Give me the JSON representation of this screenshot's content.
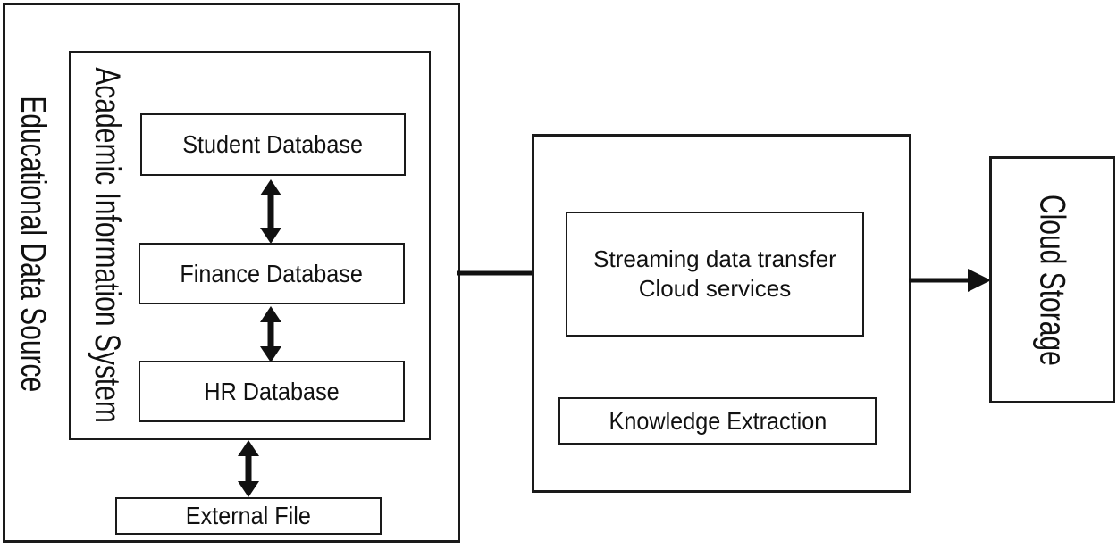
{
  "colors": {
    "ink": "#1a1a1a",
    "paper": "#ffffff"
  },
  "diagram": {
    "educational_data_source": {
      "label": "Educational Data Source",
      "academic_information_system": {
        "label": "Academic Information System",
        "databases": [
          {
            "label": "Student Database"
          },
          {
            "label": "Finance Database"
          },
          {
            "label": "HR Database"
          }
        ]
      },
      "external_file": {
        "label": "External File"
      }
    },
    "processing": {
      "streaming_box": {
        "line1": "Streaming data transfer",
        "line2": "Cloud services"
      },
      "knowledge_box": {
        "label": "Knowledge Extraction"
      }
    },
    "cloud_storage": {
      "label": "Cloud Storage"
    },
    "connections": [
      {
        "from": "Student Database",
        "to": "Finance Database",
        "style": "double-headed"
      },
      {
        "from": "Finance Database",
        "to": "HR Database",
        "style": "double-headed"
      },
      {
        "from": "Academic Information System",
        "to": "External File",
        "style": "double-headed"
      },
      {
        "from": "Educational Data Source",
        "to": "Streaming data transfer Cloud services",
        "style": "single-headed"
      },
      {
        "from": "Streaming data transfer Cloud services",
        "to": "Cloud Storage",
        "style": "single-headed"
      }
    ]
  }
}
